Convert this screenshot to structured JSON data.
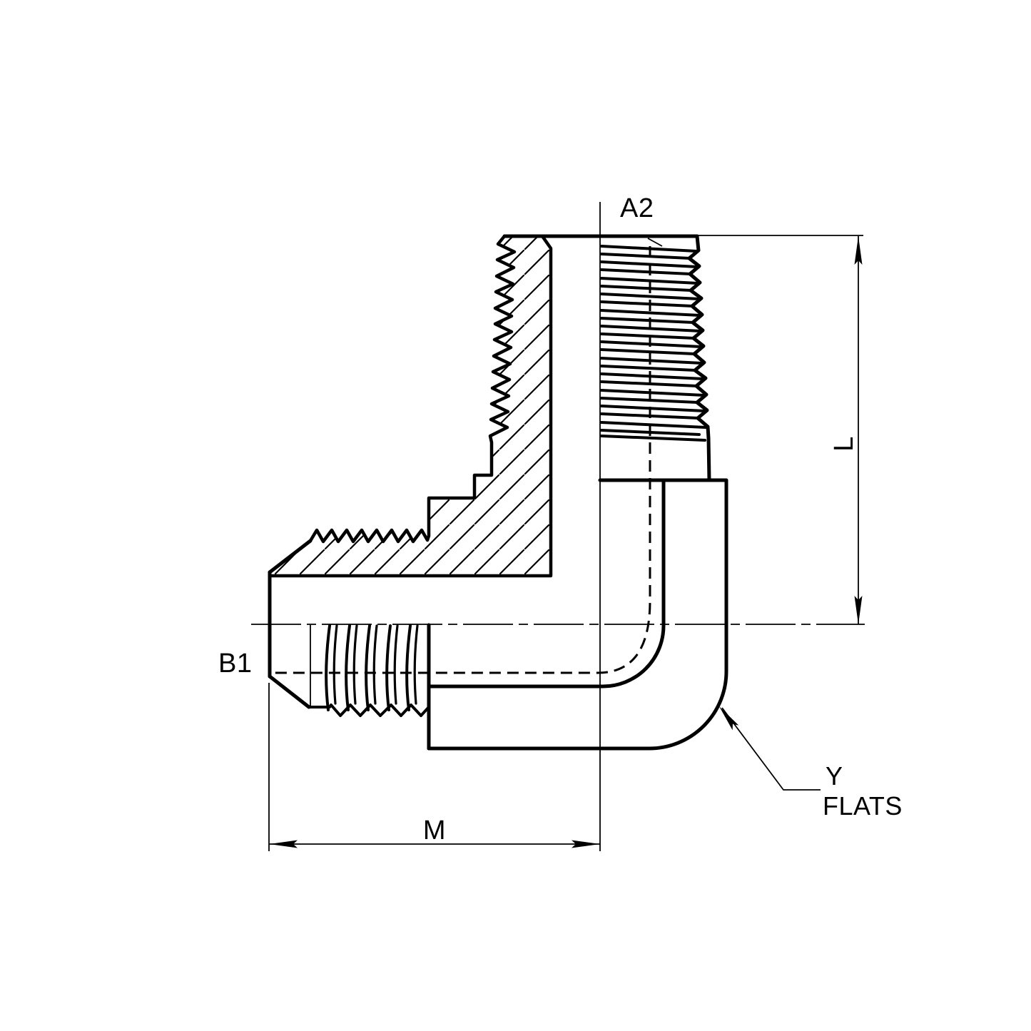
{
  "page": {
    "background_color": "#ffffff",
    "ink_color": "#000000"
  },
  "drawing": {
    "type": "technical-drawing",
    "subject": "90-degree male elbow fitting, half-section view",
    "labels": {
      "a2": "A2",
      "l": "L",
      "b1": "B1",
      "m": "M",
      "y_flats_line1": "Y",
      "y_flats_line2": "FLATS"
    }
  }
}
